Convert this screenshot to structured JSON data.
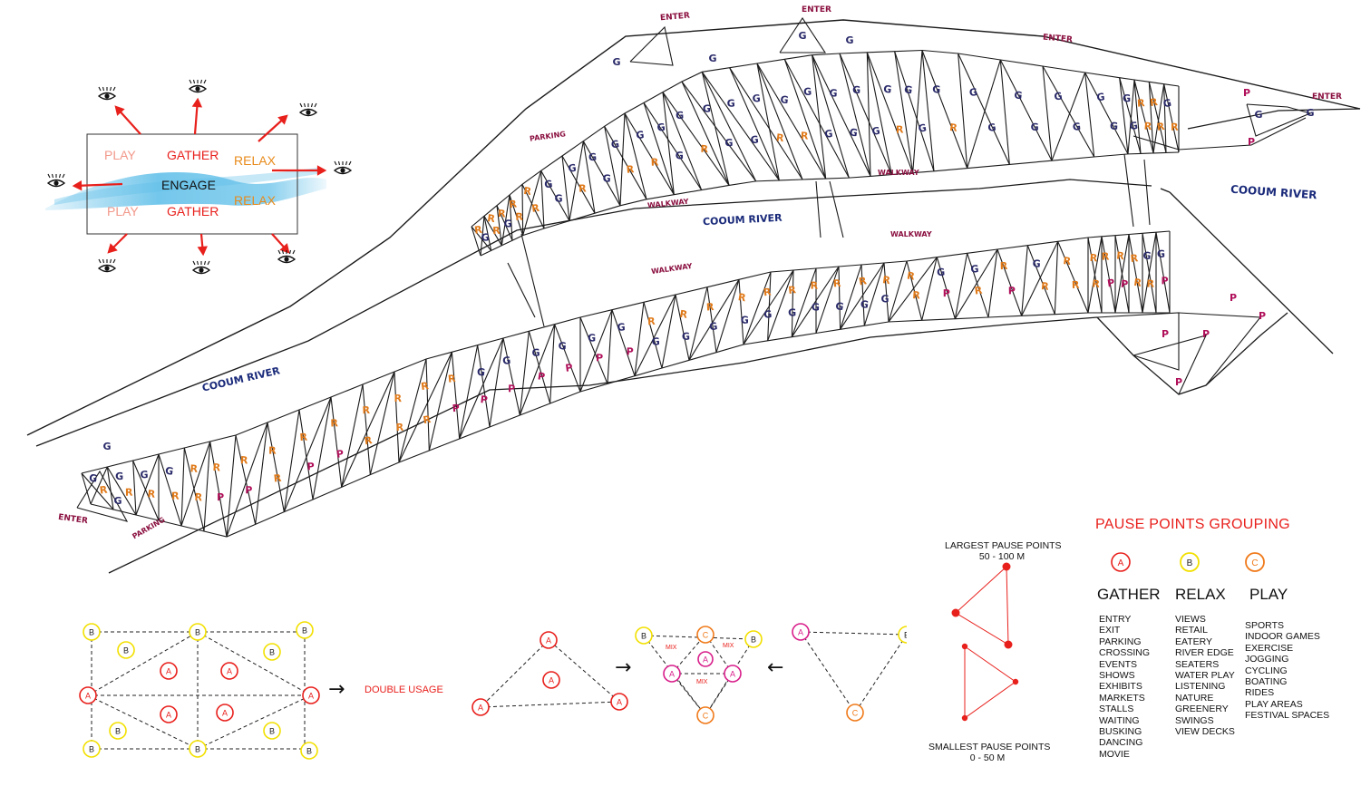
{
  "concept": {
    "play_top": "PLAY",
    "gather_top": "GATHER",
    "relax_top": "RELAX",
    "engage": "ENGAGE",
    "play_bottom": "PLAY",
    "gather_bottom": "GATHER",
    "relax_bottom": "RELAX",
    "colors": {
      "play": "#f2988a",
      "gather": "#e8201c",
      "relax": "#e88a1a",
      "engage": "#111111",
      "arrow": "#e8201c",
      "water": "#5bbde8"
    }
  },
  "map": {
    "river_labels": [
      "COOUM RIVER",
      "COOUM RIVER",
      "COOUM RIVER"
    ],
    "enter_labels": [
      "ENTER",
      "ENTER",
      "ENTER",
      "ENTER",
      "ENTER"
    ],
    "parking_labels": [
      "PARKING",
      "PARKING"
    ],
    "walkway_labels": [
      "WALKWAY",
      "WALKWAY",
      "WALKWAY",
      "WALKWAY"
    ],
    "letter_colors": {
      "G": "#2a2a6a",
      "R": "#e07a1a",
      "P": "#b0105a",
      "label": "#8b1040",
      "river": "#1a2a7a"
    }
  },
  "legend": {
    "title": "PAUSE POINTS GROUPING",
    "circles": [
      {
        "letter": "A",
        "color": "#e8201c"
      },
      {
        "letter": "B",
        "color": "#f2e000"
      },
      {
        "letter": "C",
        "color": "#f07a1a"
      }
    ],
    "categories": [
      {
        "name": "GATHER",
        "items": [
          "ENTRY",
          "EXIT",
          "PARKING",
          "CROSSING",
          "EVENTS",
          "SHOWS",
          "EXHIBITS",
          "MARKETS",
          "STALLS",
          "WAITING",
          "BUSKING",
          "DANCING",
          "MOVIE"
        ]
      },
      {
        "name": "RELAX",
        "items": [
          "VIEWS",
          "RETAIL",
          "EATERY",
          "RIVER EDGE",
          "SEATERS",
          "WATER PLAY",
          "LISTENING",
          "NATURE",
          "GREENERY",
          "SWINGS",
          "VIEW DECKS"
        ]
      },
      {
        "name": "PLAY",
        "items": [
          "SPORTS",
          "INDOOR GAMES",
          "EXERCISE",
          "JOGGING",
          "CYCLING",
          "BOATING",
          "RIDES",
          "PLAY AREAS",
          "FESTIVAL SPACES"
        ]
      }
    ]
  },
  "pause_points": {
    "largest_label": "LARGEST PAUSE POINTS",
    "largest_range": "50 - 100 M",
    "smallest_label": "SMALLEST PAUSE POINTS",
    "smallest_range": "0 - 50 M"
  },
  "diagrams": {
    "double_usage": "DOUBLE USAGE",
    "mix": "MIX",
    "arrow_right": "→",
    "arrow_left": "←"
  }
}
